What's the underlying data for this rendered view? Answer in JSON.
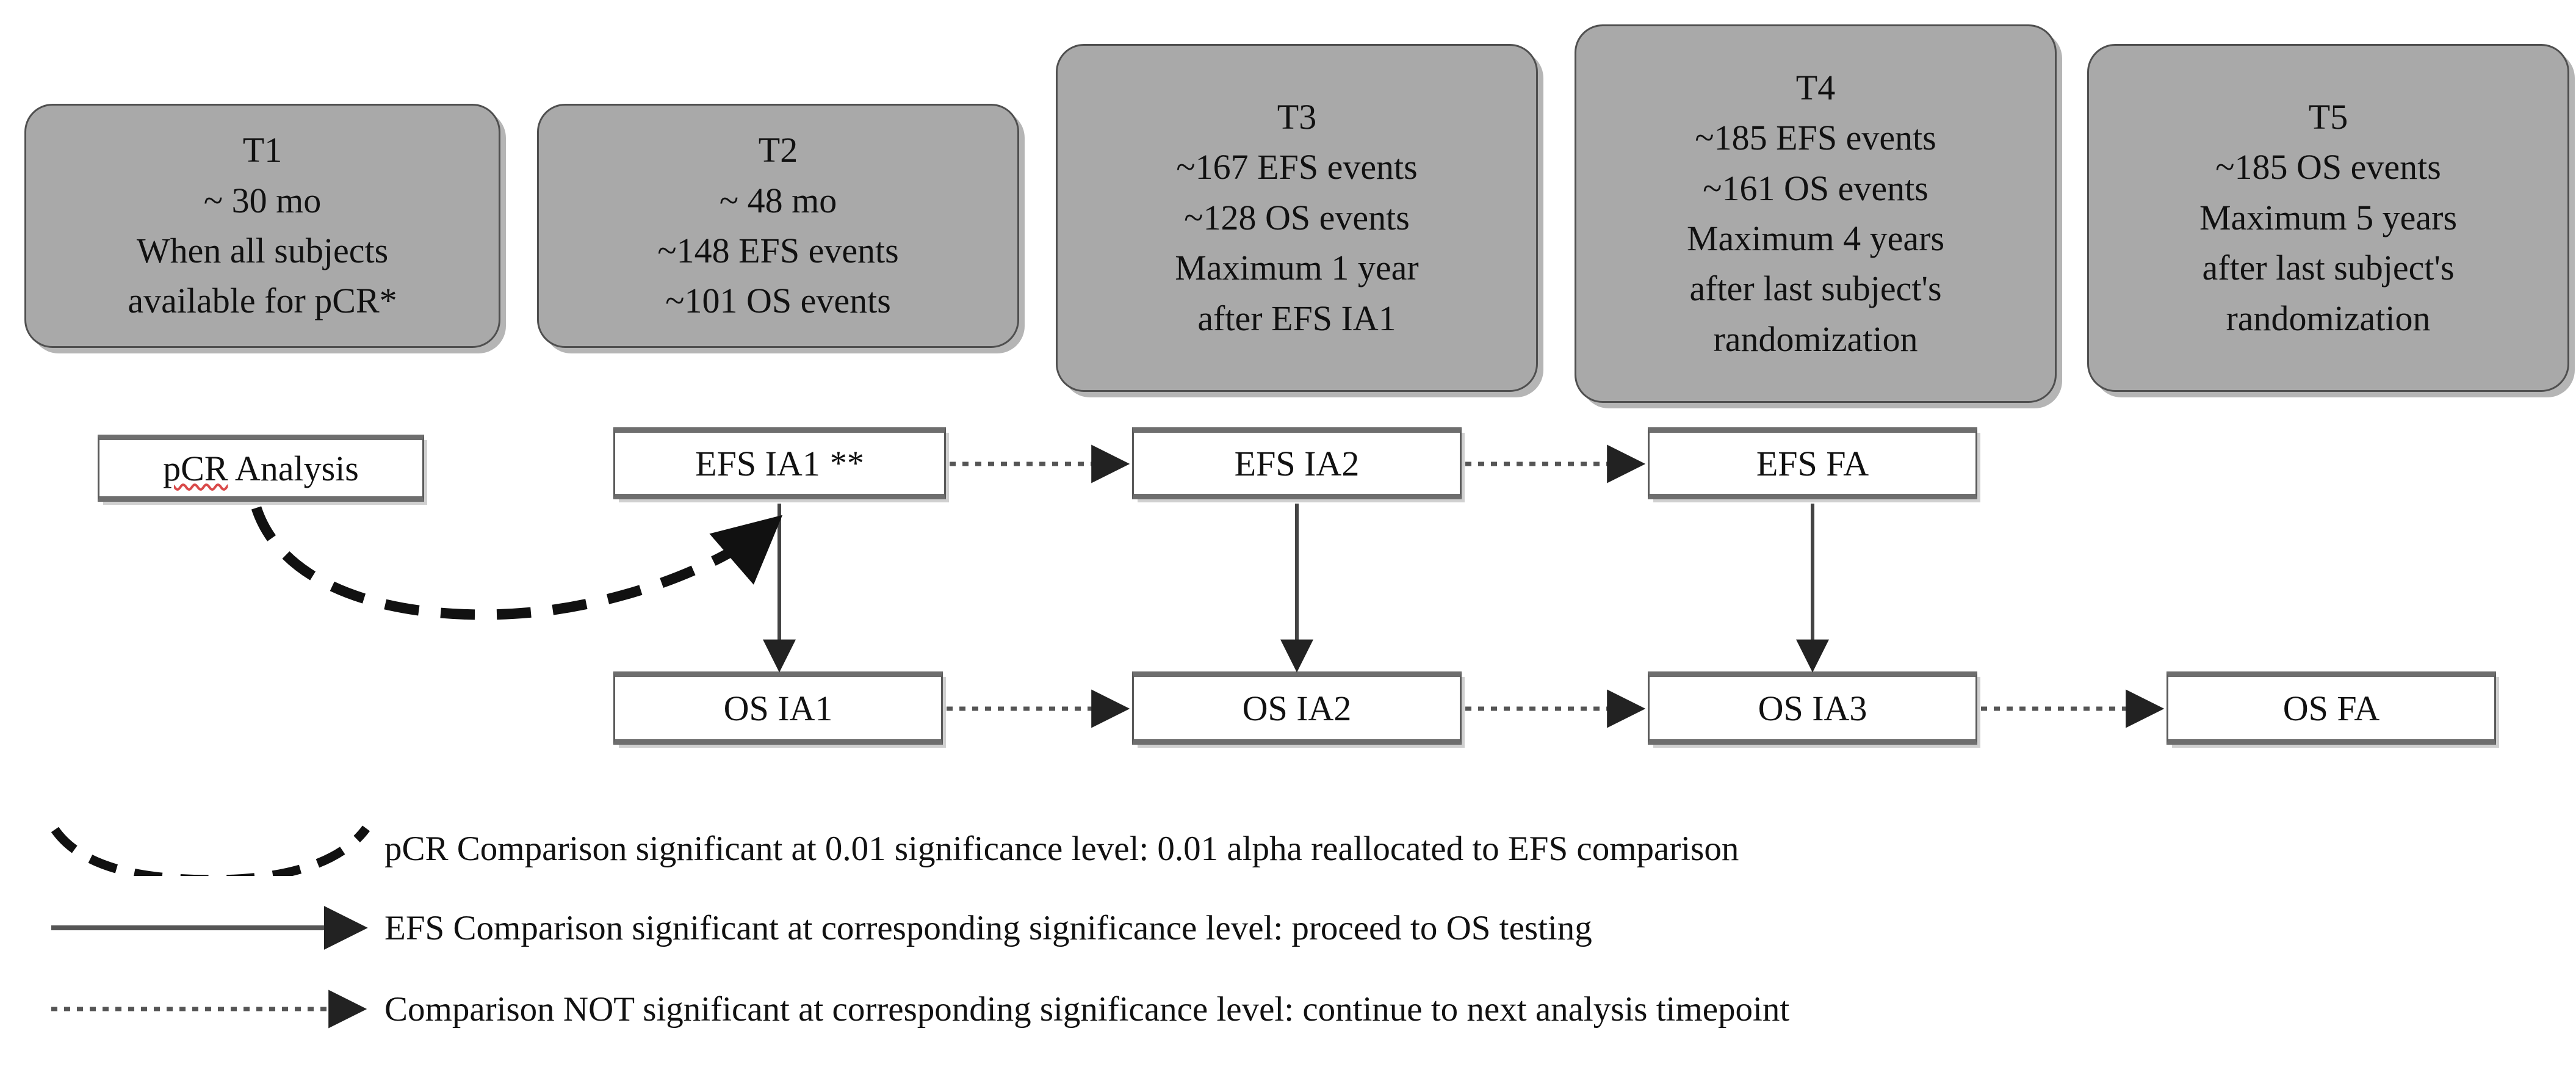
{
  "diagram": {
    "title": "Clinical trial multiplicity testing strategy timeline",
    "colors": {
      "timepoint_fill": "#a9a9a9",
      "timepoint_border": "#4f4f4f",
      "analysis_fill": "#ffffff",
      "analysis_border": "#5a5a5a",
      "connector": "#333333",
      "spellcheck_underline": "#d94a4a"
    },
    "timepoints": [
      {
        "id": "T1",
        "lines": [
          "T1",
          "~ 30 mo",
          "When all subjects",
          "available for pCR*"
        ]
      },
      {
        "id": "T2",
        "lines": [
          "T2",
          "~ 48 mo",
          "~148 EFS events",
          "~101 OS events"
        ]
      },
      {
        "id": "T3",
        "lines": [
          "T3",
          "~167 EFS events",
          "~128 OS events",
          "Maximum 1 year",
          "after EFS IA1"
        ]
      },
      {
        "id": "T4",
        "lines": [
          "T4",
          "~185 EFS events",
          "~161 OS events",
          "Maximum 4 years",
          "after last subject's",
          "randomization"
        ]
      },
      {
        "id": "T5",
        "lines": [
          "T5",
          "~185 OS events",
          "Maximum 5 years",
          "after last subject's",
          "randomization"
        ]
      }
    ],
    "efs_row": [
      {
        "id": "pcr-analysis",
        "label": "pCR Analysis",
        "spellcheck_word": "pCR",
        "rest": " Analysis",
        "stars": ""
      },
      {
        "id": "efs-ia1",
        "label": "EFS IA1 **",
        "base": "EFS IA1",
        "stars": "**"
      },
      {
        "id": "efs-ia2",
        "label": "EFS IA2",
        "base": "EFS IA2",
        "stars": ""
      },
      {
        "id": "efs-fa",
        "label": "EFS FA",
        "base": "EFS FA",
        "stars": ""
      }
    ],
    "os_row": [
      {
        "id": "os-ia1",
        "label": "OS IA1"
      },
      {
        "id": "os-ia2",
        "label": "OS IA2"
      },
      {
        "id": "os-ia3",
        "label": "OS IA3"
      },
      {
        "id": "os-fa",
        "label": "OS FA"
      }
    ],
    "legend": [
      {
        "marker": "dashed-curve",
        "text": "pCR Comparison significant at 0.01 significance level: 0.01 alpha reallocated to EFS comparison"
      },
      {
        "marker": "solid-arrow",
        "text": "EFS Comparison significant at corresponding significance level: proceed to OS testing"
      },
      {
        "marker": "dotted-arrow",
        "text": "Comparison NOT significant at corresponding significance level: continue to next analysis timepoint"
      }
    ]
  }
}
